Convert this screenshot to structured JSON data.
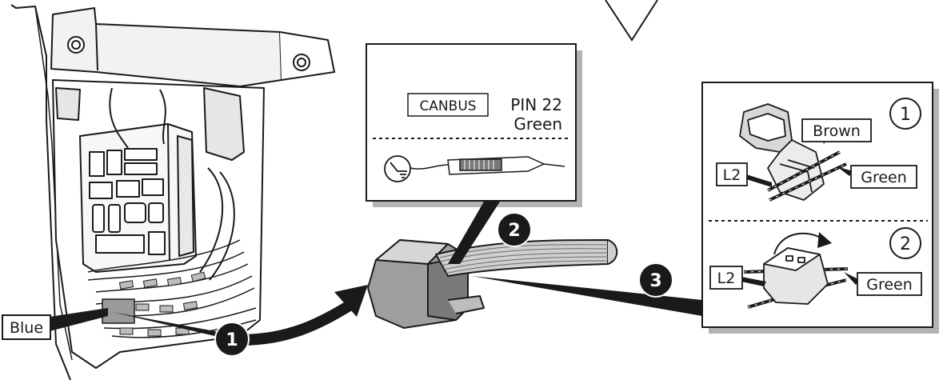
{
  "labels": {
    "blue": "Blue",
    "canbus": "CANBUS",
    "pin": "PIN 22",
    "pin_color": "Green",
    "brown": "Brown",
    "green_1": "Green",
    "green_2": "Green",
    "l2_1": "L2",
    "l2_2": "L2"
  },
  "steps": [
    "1",
    "2",
    "3"
  ],
  "panel_steps": [
    "1",
    "2"
  ],
  "icons": [
    "ground-tester-icon",
    "circuit-tester-probe",
    "wire-tap-connector-open",
    "wire-tap-connector-closed",
    "harness-connector",
    "curved-arrow",
    "down-triangle"
  ]
}
